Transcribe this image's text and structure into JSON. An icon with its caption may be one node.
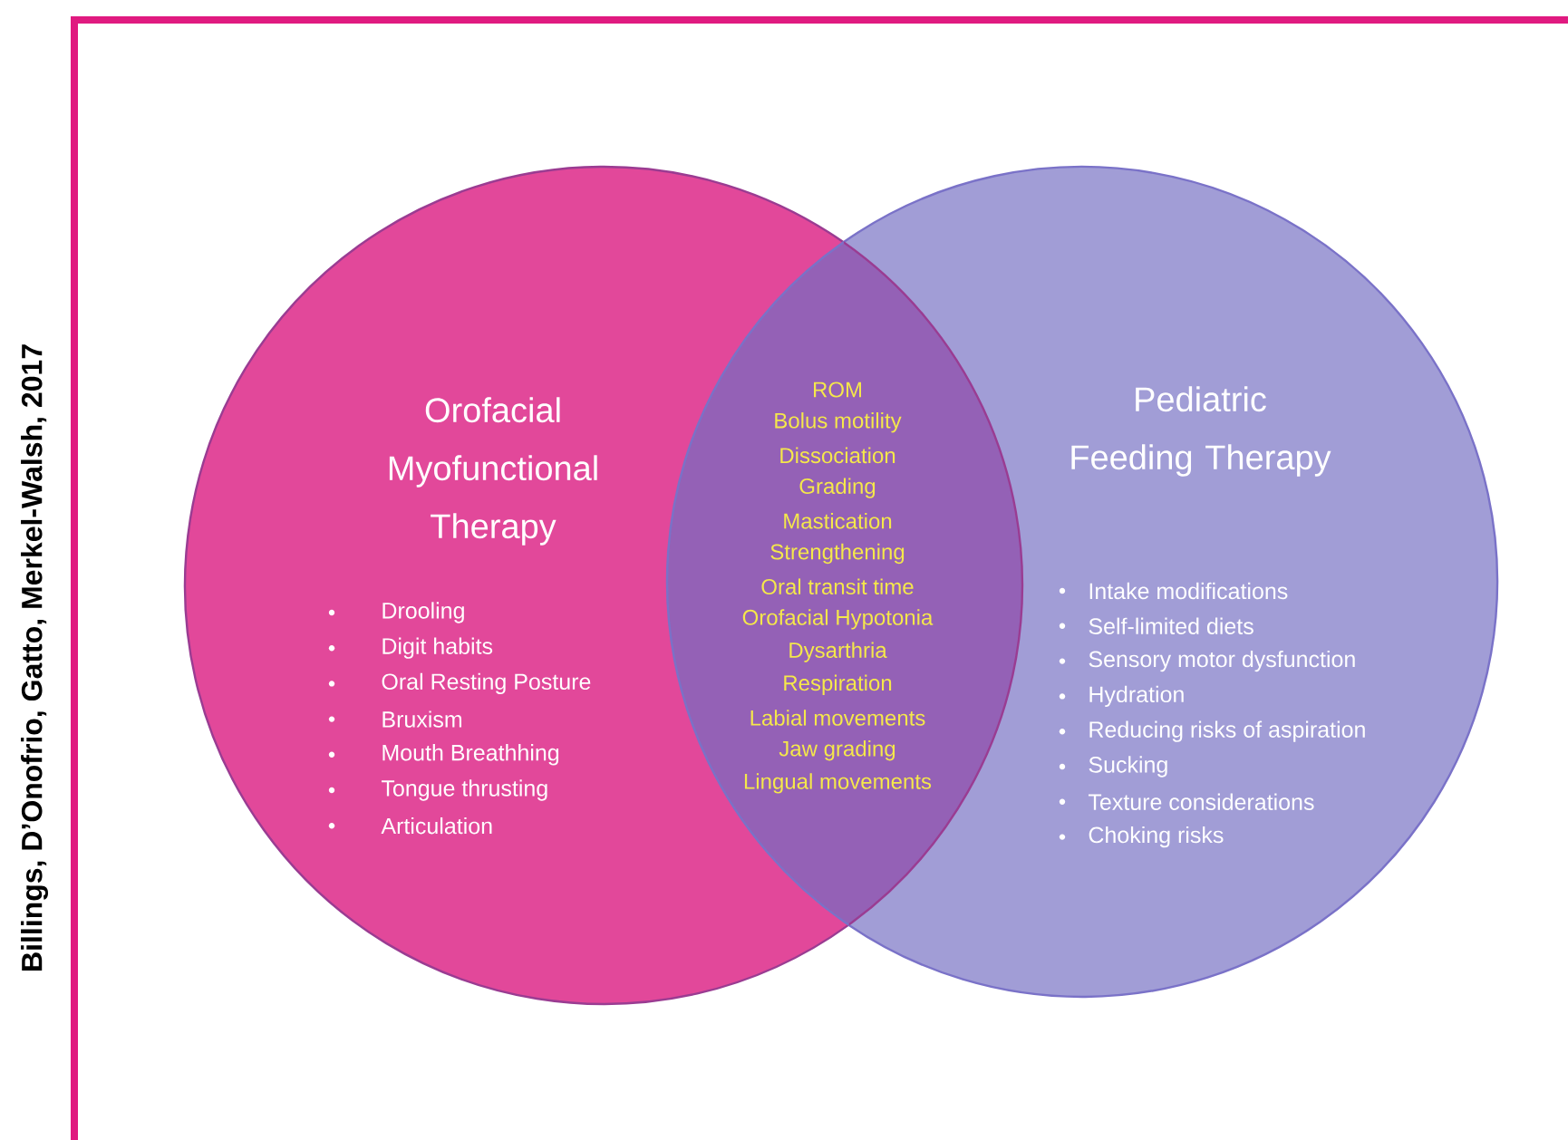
{
  "diagram": {
    "nodes": [
      {
        "text": [
          "Orofacial Myofunctional Therapy",
          "Drooling",
          "Digit habits",
          "Oral Resting Posture",
          "Bruxism",
          "Mouth Breathhing",
          "Tongue thrusting",
          "Articulation"
        ]
      },
      {
        "text": [
          "Pediatric Feeding Therapy",
          "Intake modifications",
          "Self-limited diets",
          "Sensory motor dysfunction",
          "Hydration",
          "Reducing risks of aspiration",
          "Sucking",
          "Texture considerations",
          "Choking risks"
        ]
      }
    ],
    "labels": [
      "ROM",
      "Bolus motility",
      "Dissociation",
      "Grading",
      "Mastication",
      "Strengthening",
      "Oral transit time",
      "Orofacial Hypotonia",
      "Dysarthria",
      "Respiration",
      "Labial movements",
      "Jaw grading",
      "Lingual movements",
      "Billings, D’Onofrio, Gatto, Merkel-Walsh, 2017"
    ]
  }
}
